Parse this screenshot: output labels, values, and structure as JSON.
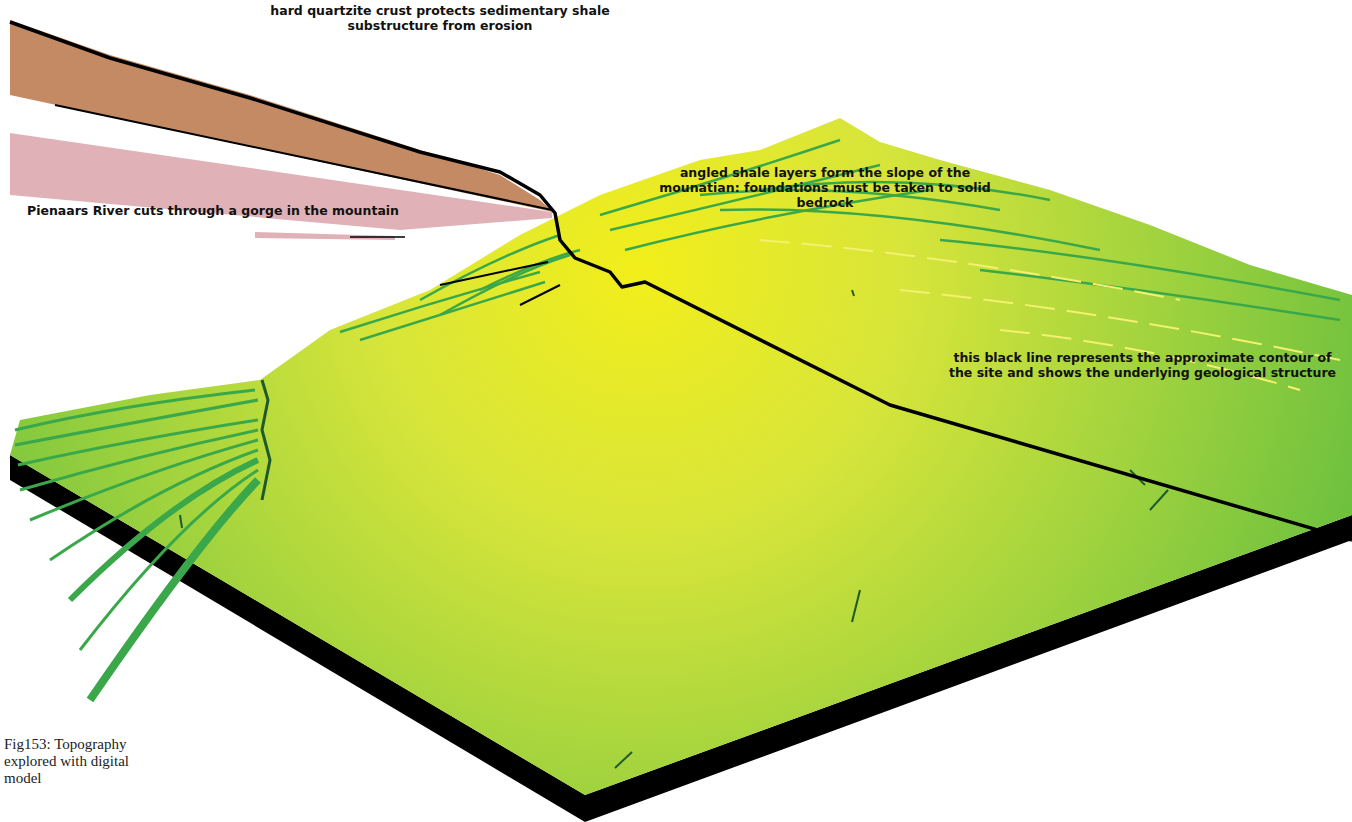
{
  "diagram": {
    "caption": "Fig153: Topography explored with digital model",
    "labels": [
      "hard quartzite crust protects sedimentary shale substructure from erosion",
      "Pienaars River cuts through a gorge in the mountain",
      "angled shale layers form the slope of the mounatian: foundations must be taken to solid bedrock",
      "this black line represents the approximate contour of the site and shows the underlying geological structure"
    ]
  }
}
